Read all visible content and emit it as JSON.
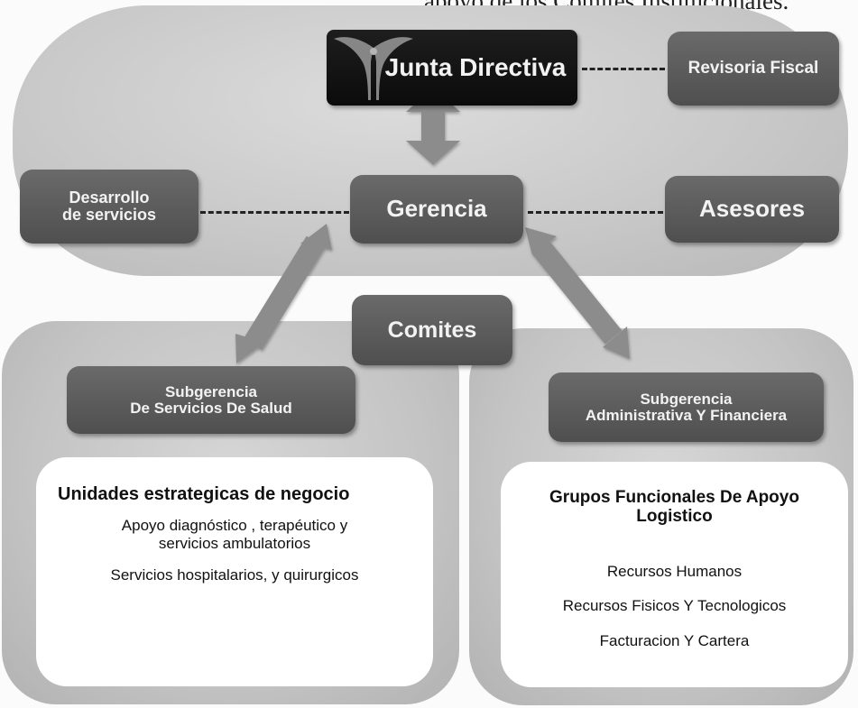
{
  "caption": "apoyo de los Comites Institucionales.",
  "nodes": {
    "junta": "Junta Directiva",
    "revisoria": "Revisoria Fiscal",
    "desarrollo": "Desarrollo\nde servicios",
    "gerencia": "Gerencia",
    "asesores": "Asesores",
    "comites": "Comites",
    "sub_salud": "Subgerencia\nDe Servicios De  Salud",
    "sub_admin": "Subgerencia\nAdministrativa Y Financiera"
  },
  "left_panel": {
    "heading": "Unidades estrategicas  de negocio",
    "items": [
      "Apoyo diagnóstico ,  terapéutico  y\nservicios  ambulatorios",
      "Servicios hospitalarios, y  quirurgicos"
    ]
  },
  "right_panel": {
    "heading": "Grupos  Funcionales  De  Apoyo\nLogistico",
    "items": [
      "Recursos Humanos",
      "Recursos  Fisicos  Y Tecnologicos",
      "Facturacion Y Cartera"
    ]
  },
  "colors": {
    "box": "#5a5a5a",
    "box_dark": "#111111",
    "arrow": "#8c8c8c",
    "blob": "#c8c8c8",
    "panel": "#ffffff"
  },
  "icons": {
    "logo": "winged-figure-logo"
  }
}
